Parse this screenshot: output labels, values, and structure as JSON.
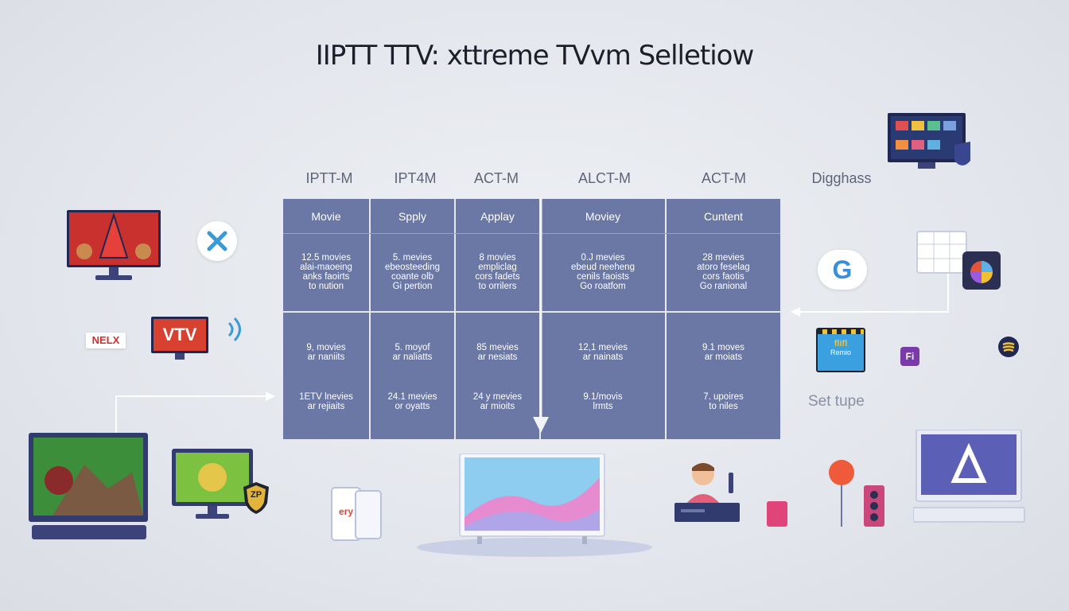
{
  "title": "IIPTT TTV: xttreme TVvm Selletiow",
  "column_labels": [
    "IPTT-M",
    "IPT4M",
    "ACT-M",
    "ALCT-M",
    "ACT-M",
    "Digghass"
  ],
  "table": {
    "headers": [
      "Movie",
      "Spply",
      "Applay",
      "Moviey",
      "Cuntent"
    ],
    "row1": [
      [
        "12.5 movies",
        "alai-maoeing",
        "anks faoirts",
        "to nution"
      ],
      [
        "5. mevies",
        "ebeosteeding",
        "coante olb",
        "Gi pertion"
      ],
      [
        "8 movies",
        "empliclag",
        "cors fadets",
        "to orrilers"
      ],
      [
        "0.J mevies",
        "ebeud neeheng",
        "cenils faoists",
        "Go roatfom"
      ],
      [
        "28 mevies",
        "atoro feselag",
        "cors faotis",
        "Go ranional"
      ]
    ],
    "row2a": [
      [
        "9, movies",
        "ar naniits"
      ],
      [
        "5. moyof",
        "ar naliatts"
      ],
      [
        "85 mevies",
        "ar nesiats"
      ],
      [
        "12,1 mevies",
        "ar nainats"
      ],
      [
        "9.1 moves",
        "ar moiats"
      ]
    ],
    "row2b": [
      [
        "1ETV lnevies",
        "ar rejiaits"
      ],
      [
        "24.1 mevies",
        "or oyatts"
      ],
      [
        "24 y mevies",
        "ar mioits"
      ],
      [
        "9.1/movis",
        "lrmts"
      ],
      [
        "7. upoires",
        "to niles"
      ]
    ]
  },
  "side_labels": {
    "brand_badge": "NELX",
    "tv_screen_text": "VTV",
    "search_letter": "G",
    "set_top": "Set tupe",
    "small_badge": "Fi",
    "shield_text": "ZP",
    "phone_text": "ery",
    "ticket_top": "flifl",
    "ticket_bottom": "Remio"
  },
  "colors": {
    "table_fill": "#6b78a6",
    "table_lines": "#e7e9ef",
    "accent_blue": "#2f8fd0",
    "brand_red": "#d62b2b",
    "navy": "#323b6e"
  }
}
